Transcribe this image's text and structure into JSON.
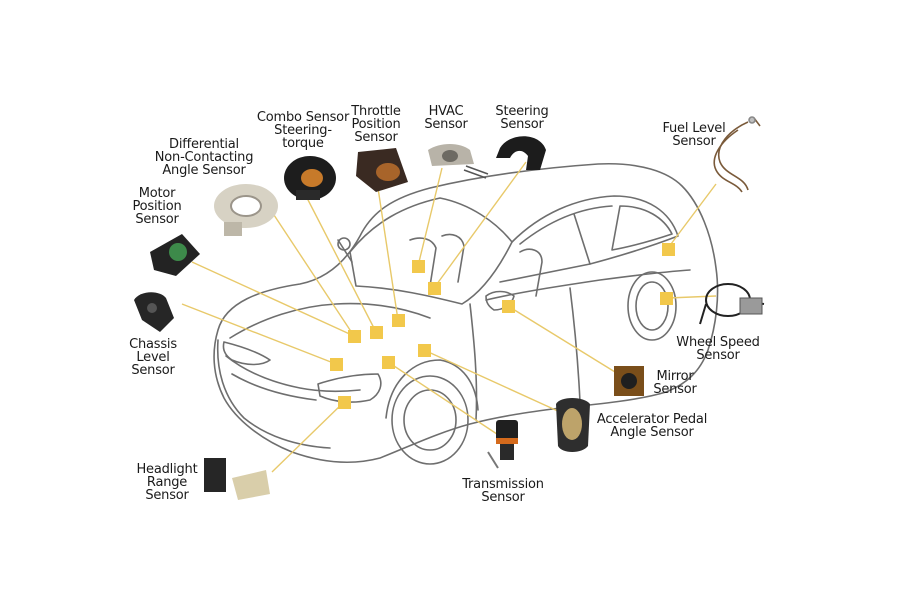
{
  "labels": {
    "combo_sensor": "Combo Sensor\nSteering-\ntorque",
    "throttle_position_sensor": "Throttle\nPosition\nSensor",
    "hvac_sensor": "HVAC\nSensor",
    "steering_sensor": "Steering\nSensor",
    "fuel_level_sensor": "Fuel Level\nSensor",
    "differential_angle_sensor": "Differential\nNon-Contacting\nAngle Sensor",
    "motor_position_sensor": "Motor\nPosition\nSensor",
    "chassis_level_sensor": "Chassis\nLevel\nSensor",
    "wheel_speed_sensor": "Wheel Speed\nSensor",
    "mirror_sensor": "Mirror\nSensor",
    "accelerator_pedal_sensor": "Accelerator Pedal\nAngle Sensor",
    "headlight_range_sensor": "Headlight\nRange\nSensor",
    "transmission_sensor": "Transmission\nSensor"
  },
  "colors": {
    "marker": "#f2c84b",
    "leader_line": "#e8c96a",
    "car_outline": "#6e6e6e",
    "text": "#1a1a1a"
  }
}
